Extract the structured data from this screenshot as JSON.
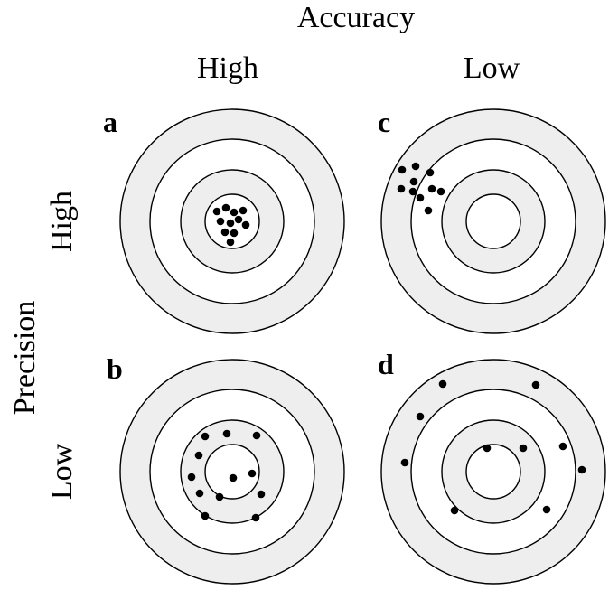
{
  "title": "Accuracy",
  "row_axis_label": "Precision",
  "columns": [
    "High",
    "Low"
  ],
  "rows": [
    "High",
    "Low"
  ],
  "panels": [
    {
      "letter": "a",
      "accuracy": "High",
      "precision": "High",
      "hits": [
        [
          -17,
          -11
        ],
        [
          -7,
          -15
        ],
        [
          2,
          -10
        ],
        [
          12,
          -12
        ],
        [
          -13,
          0
        ],
        [
          -2,
          2
        ],
        [
          7,
          -2
        ],
        [
          15,
          4
        ],
        [
          -8,
          12
        ],
        [
          2,
          13
        ],
        [
          -2,
          23
        ]
      ]
    },
    {
      "letter": "c",
      "accuracy": "Low",
      "precision": "High",
      "hits": [
        [
          -101,
          -57
        ],
        [
          -86,
          -61
        ],
        [
          -70,
          -54
        ],
        [
          -88,
          -44
        ],
        [
          -102,
          -36
        ],
        [
          -68,
          -36
        ],
        [
          -89,
          -33
        ],
        [
          -81,
          -26
        ],
        [
          -58,
          -33
        ],
        [
          -72,
          -12
        ]
      ]
    },
    {
      "letter": "b",
      "accuracy": "High",
      "precision": "Low",
      "hits": [
        [
          -30,
          -39
        ],
        [
          -6,
          -42
        ],
        [
          27,
          -40
        ],
        [
          -37,
          -18
        ],
        [
          22,
          2
        ],
        [
          -45,
          6
        ],
        [
          1,
          7
        ],
        [
          -36,
          24
        ],
        [
          -14,
          28
        ],
        [
          32,
          25
        ],
        [
          -30,
          49
        ],
        [
          26,
          51
        ]
      ]
    },
    {
      "letter": "d",
      "accuracy": "Low",
      "precision": "Low",
      "hits": [
        [
          -56,
          -97
        ],
        [
          47,
          -96
        ],
        [
          -81,
          -61
        ],
        [
          -7,
          -26
        ],
        [
          33,
          -26
        ],
        [
          77,
          -28
        ],
        [
          -98,
          -10
        ],
        [
          98,
          -2
        ],
        [
          -43,
          43
        ],
        [
          59,
          42
        ]
      ]
    }
  ],
  "colors": {
    "ring_fill": "#eeeeee",
    "ring_stroke": "#000000",
    "hit": "#000000",
    "background": "#ffffff"
  }
}
